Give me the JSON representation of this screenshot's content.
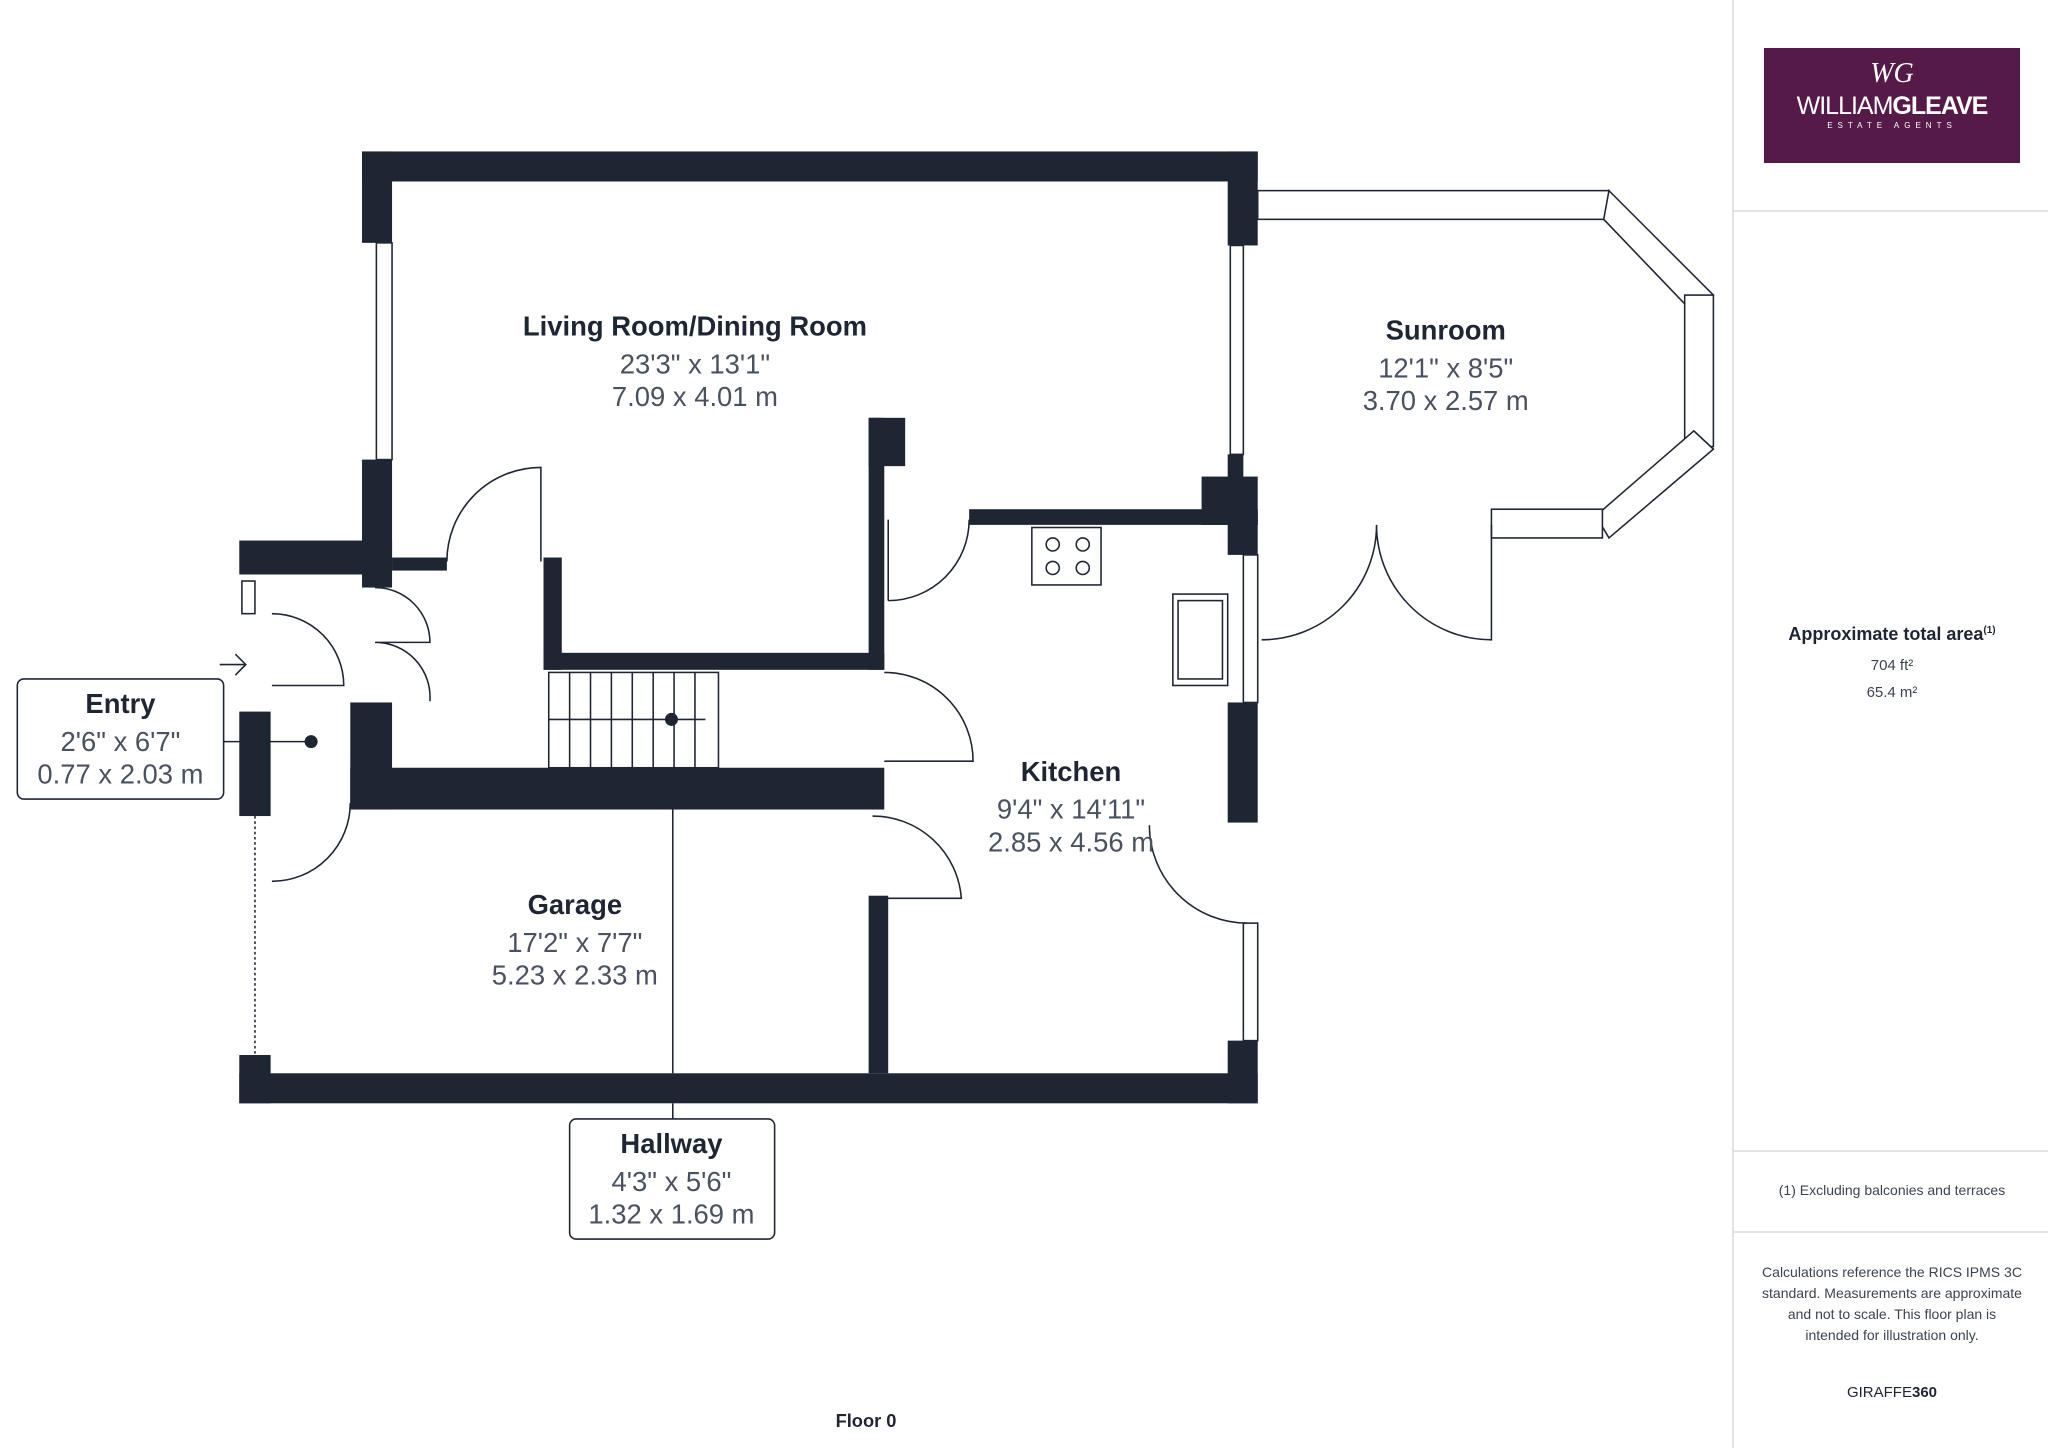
{
  "floor_label": "Floor 0",
  "rooms": [
    {
      "name": "Living Room/Dining Room",
      "imperial": "23'3\" x 13'1\"",
      "metric": "7.09 x 4.01 m"
    },
    {
      "name": "Sunroom",
      "imperial": "12'1\" x 8'5\"",
      "metric": "3.70 x 2.57 m"
    },
    {
      "name": "Kitchen",
      "imperial": "9'4\" x 14'11\"",
      "metric": "2.85 x 4.56 m"
    },
    {
      "name": "Garage",
      "imperial": "17'2\" x 7'7\"",
      "metric": "5.23 x 2.33 m"
    },
    {
      "name": "Entry",
      "imperial": "2'6\" x 6'7\"",
      "metric": "0.77 x 2.03 m"
    },
    {
      "name": "Hallway",
      "imperial": "4'3\" x 5'6\"",
      "metric": "1.32 x 1.69 m"
    }
  ],
  "brand": {
    "name_light": "WILLIAM",
    "name_bold": "GLEAVE",
    "tagline": "ESTATE AGENTS",
    "monogram": "WG",
    "color": "#561a48"
  },
  "area": {
    "title": "Approximate total area",
    "sup": "(1)",
    "sqft": "704 ft²",
    "sqm": "65.4 m²"
  },
  "footnote": "(1) Excluding balconies and terraces",
  "disclaimer": "Calculations reference the RICS IPMS 3C standard. Measurements are approximate and not to scale. This floor plan is intended for illustration only.",
  "credit": {
    "light": "GIRAFFE",
    "bold": "360"
  }
}
